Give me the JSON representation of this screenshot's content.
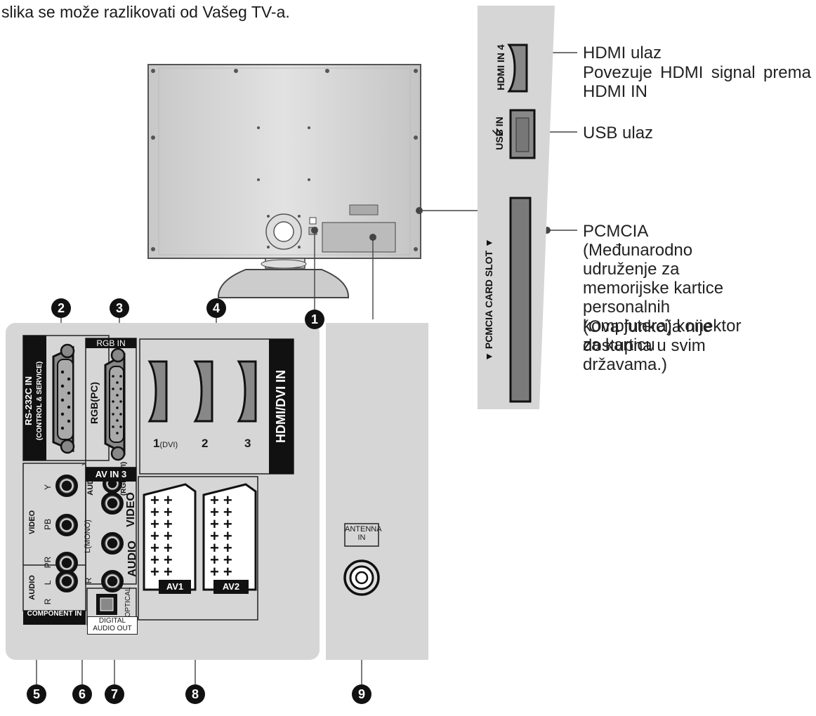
{
  "intro_text": "slika se može razlikovati od Vašeg TV-a.",
  "side_panel": {
    "hdmi4_label": "HDMI IN 4",
    "usb_label": "USB IN",
    "usb_symbol": "⭍",
    "pcmcia_slot_label": "▼ PCMCIA CARD SLOT ▼"
  },
  "callouts": {
    "hdmi_title": "HDMI ulaz",
    "hdmi_desc": "Povezuje HDMI signal prema HDMI IN",
    "usb_title": "USB ulaz",
    "pcmcia_desc": "PCMCIA (Međunarodno udruženje za memorijske kartice personalnih kompjutera) konektor za karticu",
    "pcmcia_note": "(Ova funkcija nije dostupna u svim državama.)"
  },
  "rear_panel": {
    "rs232_label": "RS-232C IN",
    "rs232_sub": "(CONTROL & SERVICE)",
    "rgb_in_label": "RGB IN",
    "rgb_pc_label": "RGB(PC)",
    "audio_label": "AUDIO",
    "audio_rgbdvi_label": "(RGB/DVI)",
    "hdmi_dvi_label": "HDMI/DVI IN",
    "hdmi_ports": [
      "1",
      "2",
      "3"
    ],
    "hdmi_port1_suffix": "(DVI)",
    "component_video_label": "VIDEO",
    "component_y": "Y",
    "component_pb": "PB",
    "component_pr": "PR",
    "component_audio_label": "AUDIO",
    "component_l": "L",
    "component_r": "R",
    "component_in_label": "COMPONENT IN",
    "av_in3_label": "AV IN 3",
    "av_in3_video": "VIDEO",
    "av_in3_audio": "AUDIO",
    "av_in3_lmono": "L(MONO)",
    "av_in3_r": "R",
    "optical_label": "OPTICAL",
    "digital_audio_out": "DIGITAL AUDIO OUT",
    "av1_label": "AV1",
    "av2_label": "AV2",
    "antenna_label": "ANTENNA IN"
  },
  "numbers": [
    "1",
    "2",
    "3",
    "4",
    "5",
    "6",
    "7",
    "8",
    "9"
  ]
}
